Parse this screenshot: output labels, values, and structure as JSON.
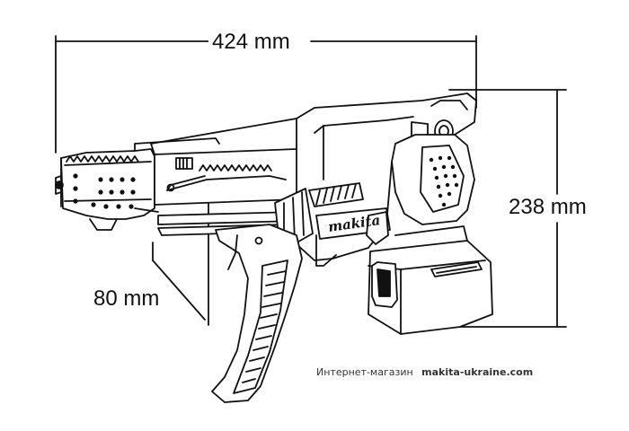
{
  "dimensions": {
    "length": "424 mm",
    "height": "238 mm",
    "stroke": "80 mm"
  },
  "brand": "makita",
  "watermark": {
    "prefix": "Интернет-магазин",
    "site": "makita-ukraine.com"
  }
}
